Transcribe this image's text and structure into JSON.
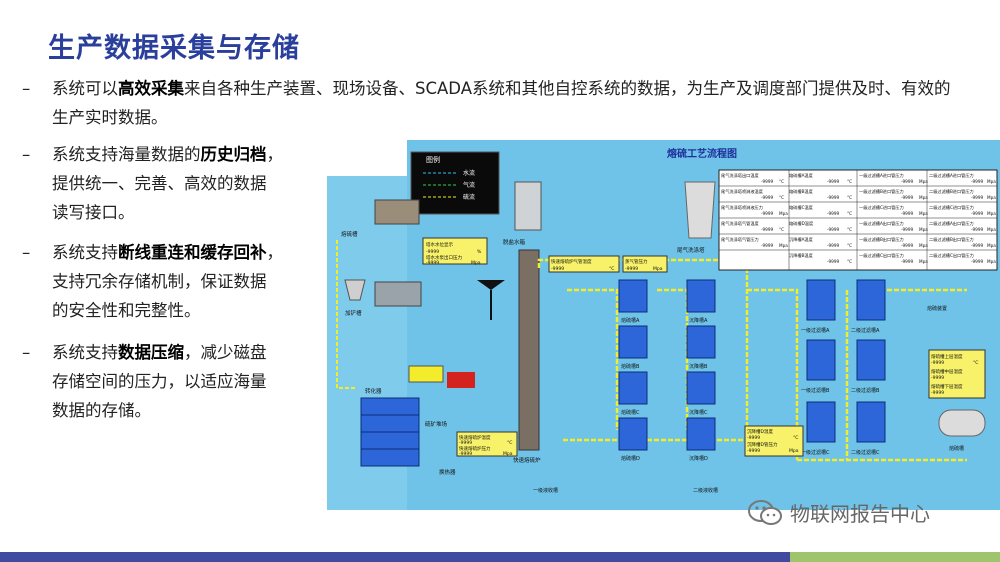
{
  "slide": {
    "title": "生产数据采集与存储",
    "bullets": [
      {
        "dash": "–",
        "line1_pre": "系统可以",
        "line1_bold": "高效采集",
        "line1_post": "来自各种生产装置、现场设备、SCADA系统和其他自控系统的数据，为生产及调度部门提供及时、有效的",
        "line2": "生产实时数据。"
      },
      {
        "dash": "–",
        "line1_pre": "系统支持海量数据的",
        "line1_bold": "历史归档",
        "line1_post": "，",
        "line2": "提供统一、完善、高效的数据",
        "line3": "读写接口。"
      },
      {
        "dash": "–",
        "line1_pre": "系统支持",
        "line1_bold": "断线重连和缓存回补",
        "line1_post": "，",
        "line2": "支持冗余存储机制，保证数据",
        "line3": "的安全性和完整性。"
      },
      {
        "dash": "–",
        "line1_pre": "系统支持",
        "line1_bold": "数据压缩",
        "line1_post": "，减少磁盘",
        "line2": "存储空间的压力，以适应海量",
        "line3": "数据的存储。"
      }
    ]
  },
  "scada": {
    "title": "熔硫工艺流程图",
    "legend": {
      "title": "图例",
      "items": [
        "水流",
        "气流",
        "硫流"
      ]
    },
    "units": {
      "left_top": "熔硫槽",
      "left_mid": "加铲槽",
      "left_bottom": "转化器",
      "left_exchanger": "换热器",
      "tower": "脱盐水箱",
      "furnace": "快速熔硫炉",
      "ore": "硫矿堆场",
      "stack": "尾气洗涤塔",
      "tank_col1": [
        "熔硫槽A",
        "熔硫槽B",
        "熔硫槽C",
        "熔硫槽D"
      ],
      "tank_col2": [
        "沉降槽A",
        "沉降槽B",
        "沉降槽C",
        "沉降槽D"
      ],
      "filter1": [
        "一级过滤槽A",
        "一级过滤槽B",
        "一级过滤槽C"
      ],
      "filter2": [
        "二级过滤槽A",
        "二级过滤槽B",
        "二级过滤槽C"
      ],
      "liquid": "熔硫装置",
      "storage": "熔硫槽",
      "pool1": "一级液收槽",
      "pool2": "二级液收槽"
    },
    "readouts": {
      "water": {
        "l1": "塔水水位显示",
        "v1": "-9999",
        "u1": "%",
        "l2": "塔水水泵出口压力",
        "v2": "-9999",
        "u2": "Mpa"
      },
      "steam1": {
        "l": "快速熔硫炉气管温度",
        "v": "-9999",
        "u": "°C"
      },
      "steam2": {
        "l": "蒸气管压力",
        "v": "-9999",
        "u": "Mpa"
      },
      "furnace": {
        "l1": "快速熔硫炉温度",
        "v1": "-9999",
        "u1": "°C",
        "l2": "快速熔硫炉压力",
        "v2": "-9999",
        "u2": "Mpa"
      },
      "settle": {
        "l1": "沉降槽D温度",
        "v1": "-9999",
        "u1": "°C",
        "l2": "沉降槽D管压力",
        "v2": "-9999",
        "u2": "Mpa"
      },
      "storage": {
        "l1": "熔硫槽上层温度",
        "v1": "-9999",
        "l2": "熔硫槽中层温度",
        "v2": "-9999",
        "l3": "熔硫槽下层温度",
        "v3": "-9999",
        "u": "°C"
      }
    },
    "table": {
      "rows": [
        [
          "尾气洗涤塔出口温度",
          "-9999",
          "°C",
          "熔硫槽A温度",
          "-9999",
          "°C",
          "一级过滤槽A进口管压力",
          "-9999",
          "Mpa",
          "二级过滤槽A进口管压力",
          "-9999",
          "Mpa"
        ],
        [
          "尾气洗涤塔喷淋液温度",
          "-9999",
          "°C",
          "熔硫槽B温度",
          "-9999",
          "°C",
          "一级过滤槽B进口管压力",
          "-9999",
          "Mpa",
          "二级过滤槽B进口管压力",
          "-9999",
          "Mpa"
        ],
        [
          "尾气洗涤塔喷淋液压力",
          "-9999",
          "Mpa",
          "熔硫槽C温度",
          "-9999",
          "°C",
          "一级过滤槽C进口管压力",
          "-9999",
          "Mpa",
          "二级过滤槽C进口管压力",
          "-9999",
          "Mpa"
        ],
        [
          "尾气洗涤塔气管温度",
          "-9999",
          "°C",
          "熔硫槽D温度",
          "-9999",
          "°C",
          "一级过滤槽A出口管压力",
          "-9999",
          "Mpa",
          "二级过滤槽A出口管压力",
          "-9999",
          "Mpa"
        ],
        [
          "尾气洗涤塔气管压力",
          "-9999",
          "Mpa",
          "沉降槽A温度",
          "-9999",
          "°C",
          "一级过滤槽B出口管压力",
          "-9999",
          "Mpa",
          "二级过滤槽B出口管压力",
          "-9999",
          "Mpa"
        ],
        [
          "",
          "",
          "",
          "沉降槽B温度",
          "-9999",
          "°C",
          "一级过滤槽C出口管压力",
          "-9999",
          "Mpa",
          "二级过滤槽C出口管压力",
          "-9999",
          "Mpa"
        ]
      ]
    }
  },
  "footer": {
    "brand": "物联网报告中心"
  },
  "colors": {
    "title": "#2a3f9c",
    "bar_left": "#3f4b9f",
    "bar_right": "#9ec46c",
    "scada_bg": "#6fc3e8",
    "pipe": "#f2ec2b",
    "tank": "#2c66d9"
  }
}
